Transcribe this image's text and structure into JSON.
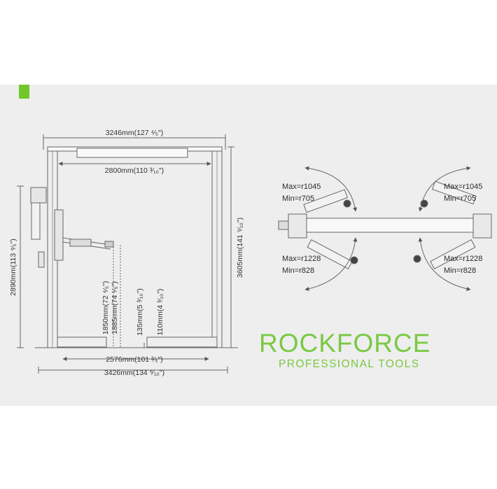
{
  "brand": {
    "name": "ROCKFORCE",
    "tagline": "PROFESSIONAL TOOLS",
    "color": "#7ac943"
  },
  "accent_color": "#71c72a",
  "front_view": {
    "overall_width": "3246mm(127 ⁴⁄₅\")",
    "inner_width": "2800mm(110 ³⁄₁₀\")",
    "overall_height": "3605mm(141 ⁹⁄₁₀\")",
    "left_height": "2890mm(113 ⁴⁄₅\")",
    "lift_height_1": "1850mm(72 ⁴⁄₅\")",
    "lift_height_2": "1885mm(74 ¹⁄₅\")",
    "min_height_1": "135mm(5 ³⁄₁₀\")",
    "min_height_2": "110mm(4 ³⁄₁₀\")",
    "drive_through": "2576mm(101 ²⁄₅\")",
    "base_width": "3426mm(134 ⁹⁄₁₀\")"
  },
  "top_view": {
    "front_left": {
      "max": "Max=r1045",
      "min": "Min=r705"
    },
    "front_right": {
      "max": "Max=r1045",
      "min": "Min=r705"
    },
    "rear_left": {
      "max": "Max=r1228",
      "min": "Min=r828"
    },
    "rear_right": {
      "max": "Max=r1228",
      "min": "Min=r828"
    }
  }
}
